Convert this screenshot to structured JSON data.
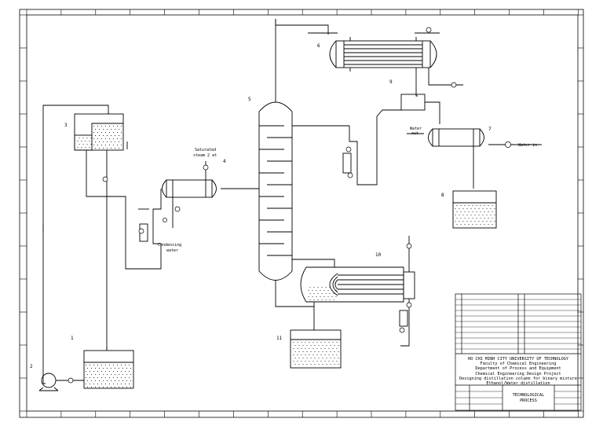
{
  "callouts": {
    "c1": "1",
    "c2": "2",
    "c3": "3",
    "c4": "4",
    "c5": "5",
    "c6": "6",
    "c7": "7",
    "c8": "8",
    "c9": "9",
    "c10": "10",
    "c11": "11"
  },
  "labels": {
    "steam_line1": "Saturated",
    "steam_line2": "steam 2 at",
    "cond_line1": "Condensing",
    "cond_line2": "water",
    "water_out_line1": "Water",
    "water_out_line2": "out",
    "water_in": "Water in"
  },
  "title_block": {
    "university": "HO CHI MINH CITY UNIVERSITY OF TECHNOLOGY",
    "faculty": "Faculty of Chemical Engineering",
    "department": "Department of Process and Equipment",
    "project": "Chemical Engineering Design Project",
    "desc1": "Designing distillation column for binary mixture",
    "desc2": "Ethanol/Water distillation",
    "drawing_title_line1": "TECHNOLOGICAL",
    "drawing_title_line2": "PROCESS"
  }
}
